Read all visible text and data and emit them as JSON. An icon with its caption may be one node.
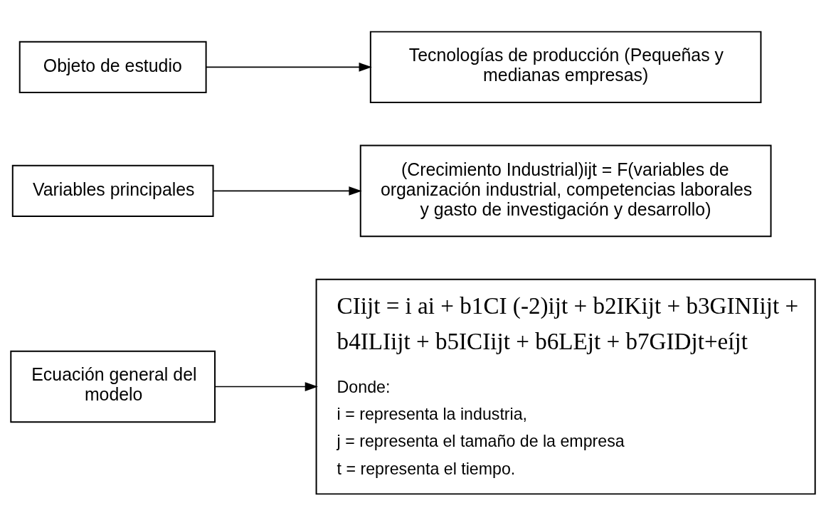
{
  "diagram": {
    "nodes": [
      {
        "text": [
          "Objeto de estudio"
        ]
      },
      {
        "text": [
          "Tecnologías de producción (Pequeñas y medianas empresas)"
        ]
      },
      {
        "text": [
          "Variables principales"
        ]
      },
      {
        "text": [
          "(Crecimiento Industrial)ijt = F(variables de organización industrial, competencias laborales y gasto de investigación y desarrollo)"
        ]
      },
      {
        "text": [
          "Ecuación general del modelo"
        ]
      },
      {
        "text": [
          "CIijt = i ai + b1CI (-2)ijt + b2IKijt + b3GINIijt + b4ILIijt + b5ICIijt + b6LEjt + b7GIDjt+eíjt",
          "Donde:",
          "i = representa la industria,",
          "j = representa el tamaño de la empresa",
          "t = representa el tiempo."
        ]
      }
    ],
    "edges": [
      {
        "from": 0,
        "to": 1,
        "arrow": "to"
      },
      {
        "from": 2,
        "to": 3,
        "arrow": "to"
      },
      {
        "from": 4,
        "to": 5,
        "arrow": "to"
      }
    ]
  }
}
